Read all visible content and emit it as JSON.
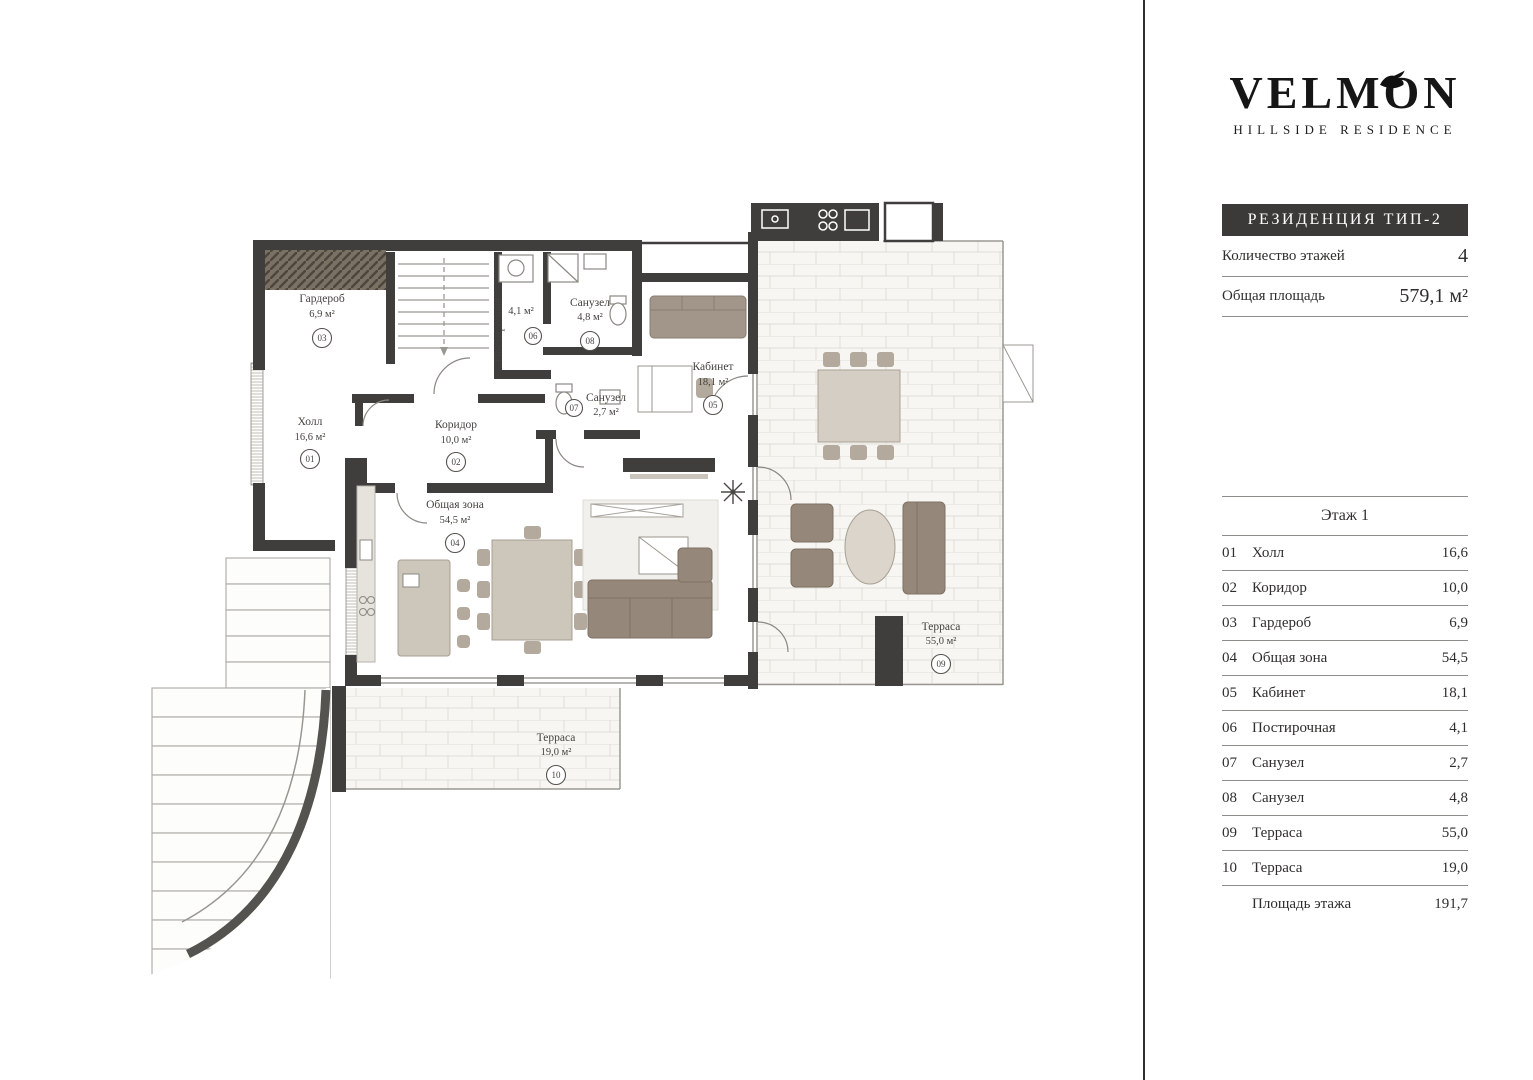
{
  "brand": {
    "name": "VELMON",
    "tagline": "HILLSIDE RESIDENCE"
  },
  "panel": {
    "title": "РЕЗИДЕНЦИЯ ТИП-2",
    "specs": [
      {
        "label": "Количество этажей",
        "value": "4"
      },
      {
        "label": "Общая площадь",
        "value": "579,1 м²"
      }
    ],
    "table": {
      "title": "Этаж 1",
      "rows": [
        {
          "num": "01",
          "name": "Холл",
          "area": "16,6"
        },
        {
          "num": "02",
          "name": "Коридор",
          "area": "10,0"
        },
        {
          "num": "03",
          "name": "Гардероб",
          "area": "6,9"
        },
        {
          "num": "04",
          "name": "Общая зона",
          "area": "54,5"
        },
        {
          "num": "05",
          "name": "Кабинет",
          "area": "18,1"
        },
        {
          "num": "06",
          "name": "Постирочная",
          "area": "4,1"
        },
        {
          "num": "07",
          "name": "Санузел",
          "area": "2,7"
        },
        {
          "num": "08",
          "name": "Санузел",
          "area": "4,8"
        },
        {
          "num": "09",
          "name": "Терраса",
          "area": "55,0"
        },
        {
          "num": "10",
          "name": "Терраса",
          "area": "19,0"
        }
      ],
      "total": {
        "label": "Площадь этажа",
        "value": "191,7"
      }
    }
  },
  "plan": {
    "floor_label": "Этаж 1",
    "rooms": [
      {
        "num": "01",
        "name": "Холл",
        "area": "16,6 м²"
      },
      {
        "num": "02",
        "name": "Коридор",
        "area": "10,0 м²"
      },
      {
        "num": "03",
        "name": "Гардероб",
        "area": "6,9 м²"
      },
      {
        "num": "04",
        "name": "Общая зона",
        "area": "54,5 м²"
      },
      {
        "num": "05",
        "name": "Кабинет",
        "area": "18,1 м²"
      },
      {
        "num": "06",
        "name": "Постирочная",
        "area": "4,1 м²"
      },
      {
        "num": "07",
        "name": "Санузел",
        "area": "2,7 м²"
      },
      {
        "num": "08",
        "name": "Санузел",
        "area": "4,8 м²"
      },
      {
        "num": "09",
        "name": "Терраса",
        "area": "55,0 м²"
      },
      {
        "num": "10",
        "name": "Терраса",
        "area": "19,0 м²"
      }
    ]
  },
  "colors": {
    "wall": "#3f3e3c",
    "title_bg": "#3b3a38",
    "line": "#8f8d8a"
  }
}
